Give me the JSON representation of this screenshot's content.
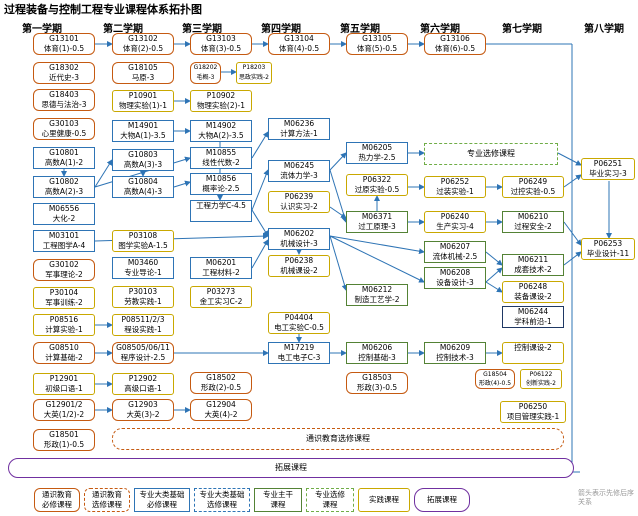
{
  "title": "过程装备与控制工程专业课程体系拓扑图",
  "semesters": [
    "第一学期",
    "第二学期",
    "第三学期",
    "第四学期",
    "第五学期",
    "第六学期",
    "第七学期",
    "第八学期"
  ],
  "courses": {
    "g13101": [
      "G13101",
      "体育(1)-0.5"
    ],
    "g18302": [
      "G18302",
      "近代史-3"
    ],
    "g18403": [
      "G18403",
      "思德与法治-3"
    ],
    "g30103": [
      "G30103",
      "心里健康-0.5"
    ],
    "g10801": [
      "G10801",
      "高数A(1)-2"
    ],
    "g10802": [
      "G10802",
      "高数A(2)-3"
    ],
    "m06556": [
      "M06556",
      "大化-2"
    ],
    "m03101": [
      "M03101",
      "工程图学A-4"
    ],
    "g30102": [
      "G30102",
      "军事理论-2"
    ],
    "p30104": [
      "P30104",
      "军事训练-2"
    ],
    "p08516": [
      "P08516",
      "计算实验-1"
    ],
    "g08510": [
      "G08510",
      "计算基础-2"
    ],
    "p12901": [
      "P12901",
      "初级口语-1"
    ],
    "g12901": [
      "G12901/2",
      "大英(1/2)-2"
    ],
    "g18501": [
      "G18501",
      "形政(1)-0.5"
    ],
    "g13102": [
      "G13102",
      "体育(2)-0.5"
    ],
    "g18105": [
      "G18105",
      "马原-3"
    ],
    "p10901": [
      "P10901",
      "物理实验(1)-1"
    ],
    "m14901": [
      "M14901",
      "大物A(1)-3.5"
    ],
    "g10803": [
      "G10803",
      "高数A(3)-3"
    ],
    "g10804": [
      "G10804",
      "高数A(4)-3"
    ],
    "p03108": [
      "P03108",
      "图学实验A-1.5"
    ],
    "m03460": [
      "M03460",
      "专业导论-1"
    ],
    "p30103": [
      "P30103",
      "劳教实践-1"
    ],
    "p08511": [
      "P08511/2/3",
      "程设实践-1"
    ],
    "g08505": [
      "G08505/06/11",
      "程序设计-2.5"
    ],
    "p12902": [
      "P12902",
      "高级口语-1"
    ],
    "g12903": [
      "G12903",
      "大英(3)-2"
    ],
    "g13103": [
      "G13103",
      "体育(3)-0.5"
    ],
    "g18202": [
      "G18202",
      "毛概-3"
    ],
    "p18203": [
      "P18203",
      "思政实践-2"
    ],
    "p10902": [
      "P10902",
      "物理实验(2)-1"
    ],
    "m14902": [
      "M14902",
      "大物A(2)-3.5"
    ],
    "m10855": [
      "M10855",
      "线性代数-2"
    ],
    "m10856": [
      "M10856",
      "概率论-2.5"
    ],
    "gongli": [
      "",
      "工程力学C-4.5"
    ],
    "m06201": [
      "M06201",
      "工程材料-2"
    ],
    "p03273": [
      "P03273",
      "金工实习C-2"
    ],
    "g18502": [
      "G18502",
      "形政(2)-0.5"
    ],
    "g12904": [
      "G12904",
      "大英(4)-2"
    ],
    "g13104": [
      "G13104",
      "体育(4)-0.5"
    ],
    "m06236": [
      "M06236",
      "计算方法-1"
    ],
    "m06245": [
      "M06245",
      "流体力学-3"
    ],
    "p06239": [
      "P06239",
      "认识实习-2"
    ],
    "m06202": [
      "M06202",
      "机械设计-3"
    ],
    "p06238": [
      "P06238",
      "机械课设-2"
    ],
    "p04404": [
      "P04404",
      "电工实验C-0.5"
    ],
    "m17219": [
      "M17219",
      "电工电子C-3"
    ],
    "g13105": [
      "G13105",
      "体育(5)-0.5"
    ],
    "m06205": [
      "M06205",
      "热力学-2.5"
    ],
    "p06322": [
      "P06322",
      "过原实验-0.5"
    ],
    "m06371": [
      "M06371",
      "过工原理-3"
    ],
    "m06212": [
      "M06212",
      "制造工艺学-2"
    ],
    "m06206": [
      "M06206",
      "控制基础-3"
    ],
    "g18503": [
      "G18503",
      "形政(3)-0.5"
    ],
    "g13106": [
      "G13106",
      "体育(6)-0.5"
    ],
    "p06252": [
      "P06252",
      "过装实验-1"
    ],
    "p06240": [
      "P06240",
      "生产实习-4"
    ],
    "m06207": [
      "M06207",
      "流体机械-2.5"
    ],
    "m06208": [
      "M06208",
      "设备设计-3"
    ],
    "m06209": [
      "M06209",
      "控制技术-3"
    ],
    "p06249": [
      "P06249",
      "过控实验-0.5"
    ],
    "m06210": [
      "M06210",
      "过程安全-2"
    ],
    "m06211": [
      "M06211",
      "成套技术-2"
    ],
    "p06248": [
      "P06248",
      "装备课设-2"
    ],
    "m06244": [
      "M06244",
      "学科前沿-1"
    ],
    "kongzhi": [
      "",
      "控制课设-2"
    ],
    "g18504": [
      "G18504",
      "形政(4)-0.5"
    ],
    "p06122": [
      "P06122",
      "创新实践-2"
    ],
    "p06250": [
      "P06250",
      "项目管理实践-1"
    ],
    "p06251": [
      "P06251",
      "毕业实习-3"
    ],
    "p06253": [
      "P06253",
      "毕业设计-11"
    ]
  },
  "wide": {
    "major_elective": "专业选修课程",
    "general_elective": "通识教育选修课程",
    "expansion": "拓展课程"
  },
  "legend": [
    [
      "通识教育",
      "必修课程"
    ],
    [
      "通识教育",
      "选修课程"
    ],
    [
      "专业大类基础",
      "必修课程"
    ],
    [
      "专业大类基础",
      "选修课程"
    ],
    [
      "专业主干",
      "课程"
    ],
    [
      "专业选修",
      "课程"
    ],
    [
      "实践课程",
      ""
    ],
    [
      "拓展课程",
      ""
    ]
  ],
  "note": "箭头表示先修后序关系",
  "colors": {
    "general_required": "#c55a11",
    "major_basic": "#2e74b5",
    "practice": "#c9a800",
    "major_core": "#548235",
    "major_elective": "#70ad47",
    "expansion": "#7030a0",
    "arrow": "#2e74b5"
  }
}
